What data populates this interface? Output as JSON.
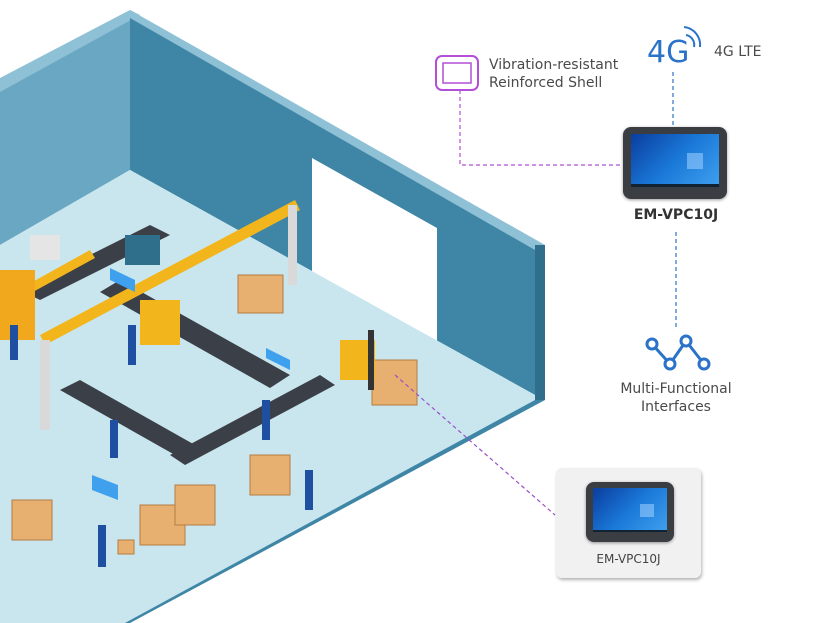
{
  "features": {
    "shell": {
      "label_line1": "Vibration-resistant",
      "label_line2": "Reinforced Shell",
      "icon": "tablet-outline-icon"
    },
    "lte": {
      "icon_text": "4G",
      "label": "4G LTE",
      "icon": "4g-signal-icon"
    },
    "interfaces": {
      "label_line1": "Multi-Functional",
      "label_line2": "Interfaces",
      "icon": "network-nodes-icon"
    }
  },
  "device": {
    "name": "EM-VPC10J"
  },
  "callout": {
    "name": "EM-VPC10J"
  },
  "colors": {
    "purple": "#b24fd6",
    "blue": "#2a73c9",
    "wall": "#3f86a6",
    "floor": "#c9e6ef"
  }
}
